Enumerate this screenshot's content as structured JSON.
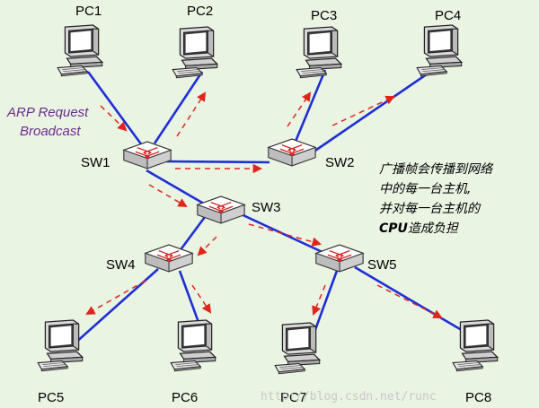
{
  "annotation": {
    "line1": "ARP Request",
    "line2": "Broadcast"
  },
  "note": {
    "line1": "广播帧会传播到网络",
    "line2": "中的每一台主机,",
    "line3": "并对每一台主机的",
    "line4_bold": "CPU",
    "line4_rest": "造成负担"
  },
  "watermark": "http://blog.csdn.net/runc",
  "switches": {
    "sw1": "SW1",
    "sw2": "SW2",
    "sw3": "SW3",
    "sw4": "SW4",
    "sw5": "SW5"
  },
  "pcs": {
    "pc1": "PC1",
    "pc2": "PC2",
    "pc3": "PC3",
    "pc4": "PC4",
    "pc5": "PC5",
    "pc6": "PC6",
    "pc7": "PC7",
    "pc8": "PC8"
  },
  "colors": {
    "link": "#1f2fd6",
    "arrow": "#e0261c",
    "background": "#e9f4e3",
    "annotation": "#6b2c8f"
  }
}
